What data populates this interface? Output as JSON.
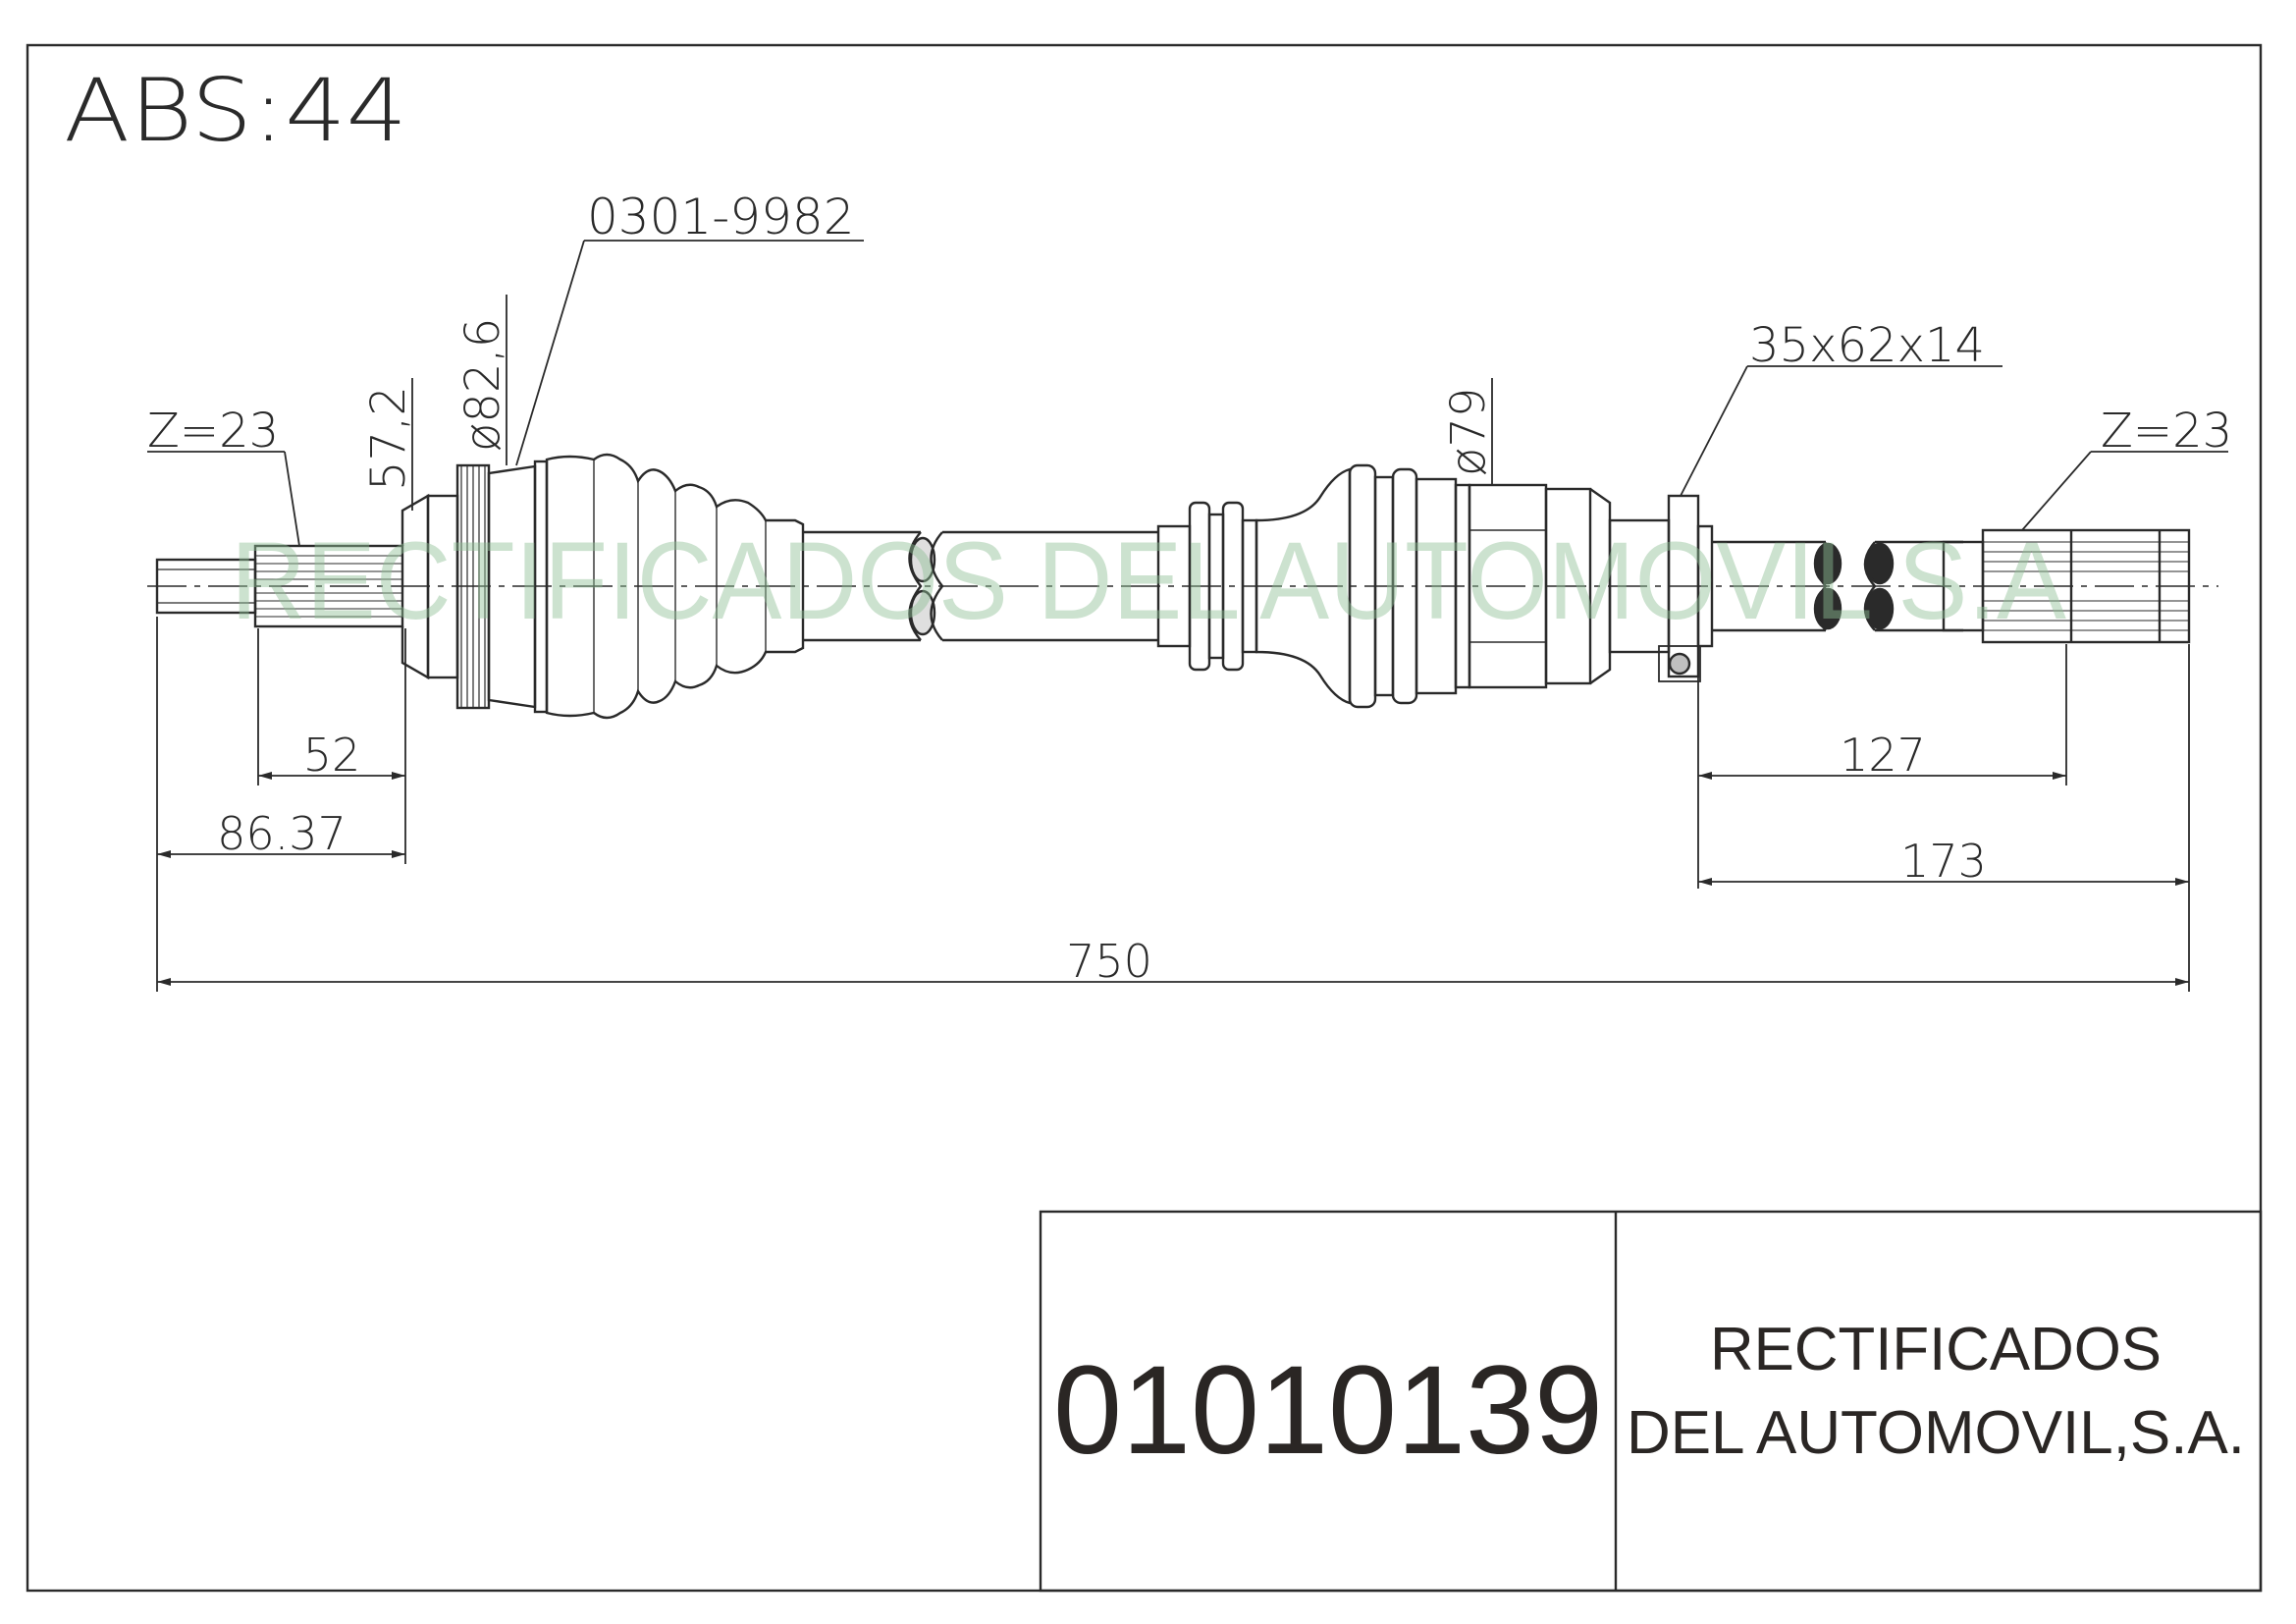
{
  "header": {
    "abs_label": "ABS:44"
  },
  "part": {
    "left_spline": "Z=23",
    "right_spline": "Z=23",
    "boot_ref": "0301-9982",
    "bearing": "35x62x14",
    "dia_outer_joint": "ø82,6",
    "dia_inner_joint": "ø79",
    "abs_ring_dia": "57,2"
  },
  "dimensions": {
    "d52": "52",
    "d86": "86.37",
    "d127": "127",
    "d173": "173",
    "d750": "750"
  },
  "watermark": "RECTIFICADOS DEL AUTOMOVIL S.A",
  "title_block": {
    "code": "01010139",
    "company_line1": "RECTIFICADOS",
    "company_line2": "DEL AUTOMOVIL,S.A."
  },
  "colors": {
    "line": "#2a2a2a",
    "watermark": "#8fbf94"
  }
}
